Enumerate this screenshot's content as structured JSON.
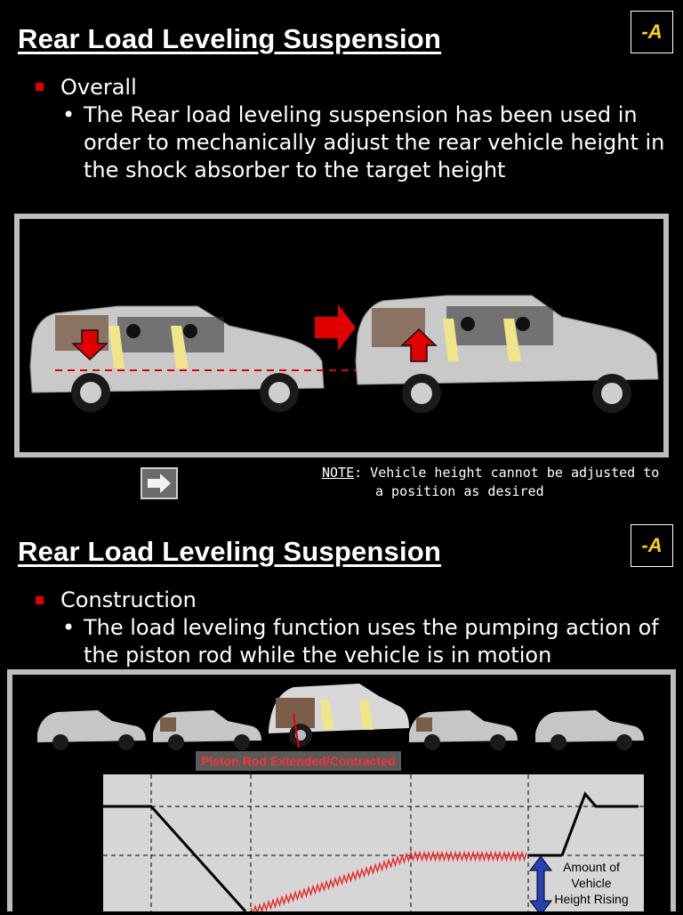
{
  "slide1": {
    "title": "Rear Load Leveling Suspension",
    "badge": "-A",
    "bullet": "Overall",
    "sub_bullet": "The Rear load leveling suspension has been used in order to mechanically adjust the rear vehicle height in the shock absorber to the target height",
    "note_label": "NOTE",
    "note_line1": ": Vehicle height cannot be adjusted to",
    "note_line2": "a position as desired"
  },
  "slide2": {
    "title": "Rear Load Leveling Suspension",
    "badge": "-A",
    "bullet": "Construction",
    "sub_bullet": "The load leveling function uses the pumping action of the piston rod while the vehicle is in motion",
    "piston_label": "Piston Rod Extended/Contracted",
    "amount_label_1": "Amount of",
    "amount_label_2": "Vehicle",
    "amount_label_3": "Height Rising"
  },
  "colors": {
    "bullet": "#e00000",
    "badge_text": "#ffd400",
    "frame": "#bdbdbd",
    "arrow_red": "#e00000",
    "graph_red": "#e83030",
    "height_arrow": "#2a3fb5"
  }
}
